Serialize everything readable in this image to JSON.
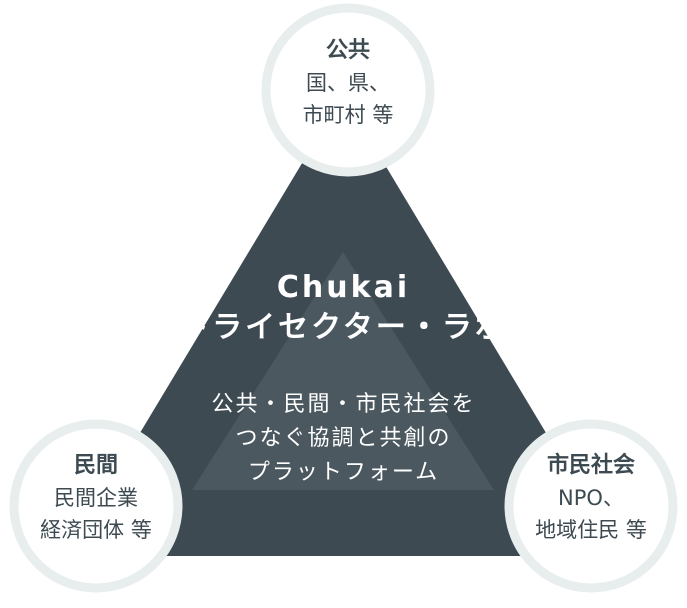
{
  "center": {
    "title": [
      "Chukai",
      "トライセクター・ラボ"
    ],
    "description": [
      "公共・民間・市民社会を",
      "つなぐ協調と共創の",
      "プラットフォーム"
    ]
  },
  "nodes": {
    "public": {
      "title": "公共",
      "lines": [
        "国、県、",
        "市町村 等"
      ]
    },
    "private": {
      "title": "民間",
      "lines": [
        "民間企業",
        "経済団体 等"
      ]
    },
    "civil": {
      "title": "市民社会",
      "lines": [
        "NPO、",
        "地域住民 等"
      ]
    }
  },
  "colors": {
    "triangle": "#3d4a52",
    "inner_triangle": "#4b5860",
    "circle_fill": "#ffffff",
    "circle_ring": "#e8eeee",
    "text_dark": "#3d4a52",
    "text_light": "#ffffff"
  }
}
